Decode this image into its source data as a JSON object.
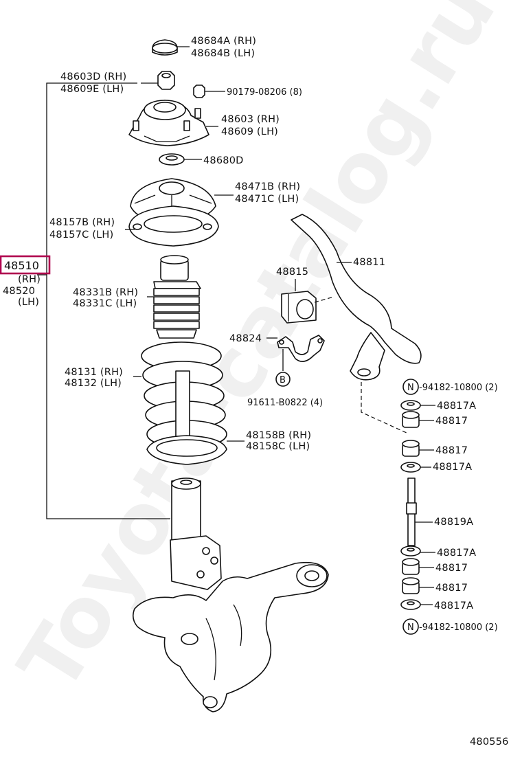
{
  "labels": {
    "p48684": [
      "48684A (RH)",
      "48684B (LH)"
    ],
    "p48603d": [
      "48603D (RH)",
      "48609E (LH)"
    ],
    "p90179": "90179-08206 (8)",
    "p48603": [
      "48603 (RH)",
      "48609 (LH)"
    ],
    "p48680": "48680D",
    "p48471": [
      "48471B (RH)",
      "48471C (LH)"
    ],
    "p48157": [
      "48157B (RH)",
      "48157C (LH)"
    ],
    "p48510": "48510",
    "p48510_rh": "(RH)",
    "p48520": "48520",
    "p48520_lh": "(LH)",
    "p48331": [
      "48331B (RH)",
      "48331C (LH)"
    ],
    "p48131": [
      "48131 (RH)",
      "48132 (LH)"
    ],
    "p48158": [
      "48158B (RH)",
      "48158C (LH)"
    ],
    "p48815": "48815",
    "p48811": "48811",
    "p48824": "48824",
    "b_circle": "B",
    "p91611": "91611-B0822 (4)",
    "n_circle": "N",
    "p94182_top": "-94182-10800 (2)",
    "p48817a_1": "48817A",
    "p48817_1": "48817",
    "p48817_2": "48817",
    "p48817a_2": "48817A",
    "p48819a": "48819A",
    "p48817a_3": "48817A",
    "p48817_3": "48817",
    "p48817_4": "48817",
    "p48817a_4": "48817A",
    "p94182_bot": "-94182-10800 (2)",
    "diagram_id": "480556"
  },
  "watermark": "Toyota-catalog.ru",
  "colors": {
    "highlight": "#b0004e",
    "ink": "#111111",
    "background": "#ffffff"
  }
}
